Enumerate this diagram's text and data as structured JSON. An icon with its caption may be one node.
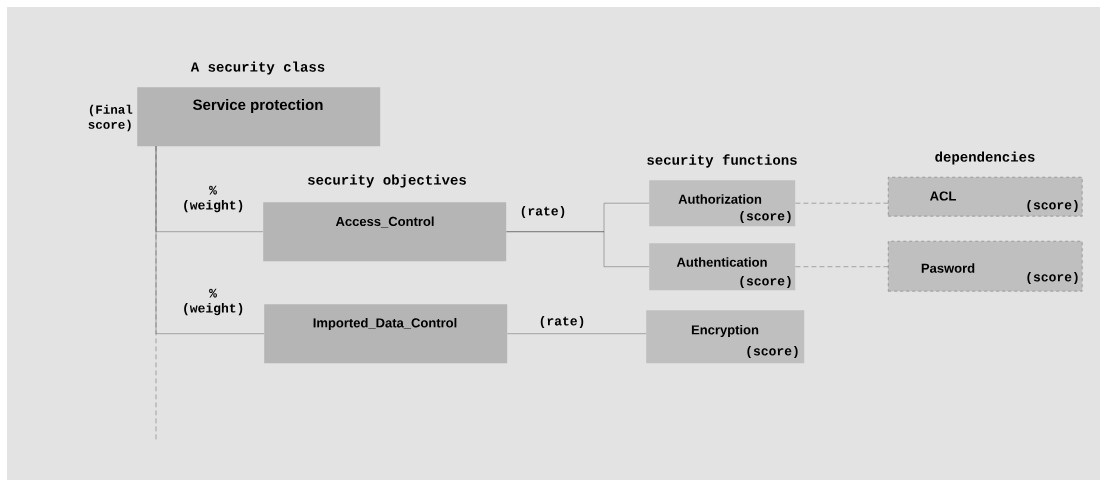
{
  "diagram": {
    "nodes": [
      {
        "text": [
          "Service protection"
        ],
        "beside": [
          "(Final score)"
        ]
      },
      {
        "text": [
          "Access_Control"
        ]
      },
      {
        "text": [
          "Imported_Data_Control"
        ]
      },
      {
        "text": [
          "Authorization",
          "(score)"
        ]
      },
      {
        "text": [
          "Authentication",
          "(score)"
        ]
      },
      {
        "text": [
          "Encryption",
          "(score)"
        ]
      },
      {
        "text": [
          "ACL",
          "(score)"
        ]
      },
      {
        "text": [
          "Pasword",
          "(score)"
        ]
      }
    ],
    "edges": [
      {
        "from": 0,
        "to": 1,
        "arrow": "none",
        "label": "% (weight)"
      },
      {
        "from": 0,
        "to": 2,
        "arrow": "none",
        "label": "% (weight)"
      },
      {
        "from": 1,
        "to": 3,
        "arrow": "none",
        "label": "(rate)"
      },
      {
        "from": 1,
        "to": 4,
        "arrow": "none"
      },
      {
        "from": 2,
        "to": 5,
        "arrow": "none",
        "label": "(rate)"
      },
      {
        "from": 3,
        "to": 6,
        "arrow": "none",
        "style": "dashed"
      },
      {
        "from": 4,
        "to": 7,
        "arrow": "none",
        "style": "dashed"
      },
      {
        "from": 0,
        "to": null,
        "arrow": "none",
        "style": "dashed"
      }
    ],
    "labels": [
      "A security class",
      "security objectives",
      "security functions",
      "dependencies"
    ]
  }
}
